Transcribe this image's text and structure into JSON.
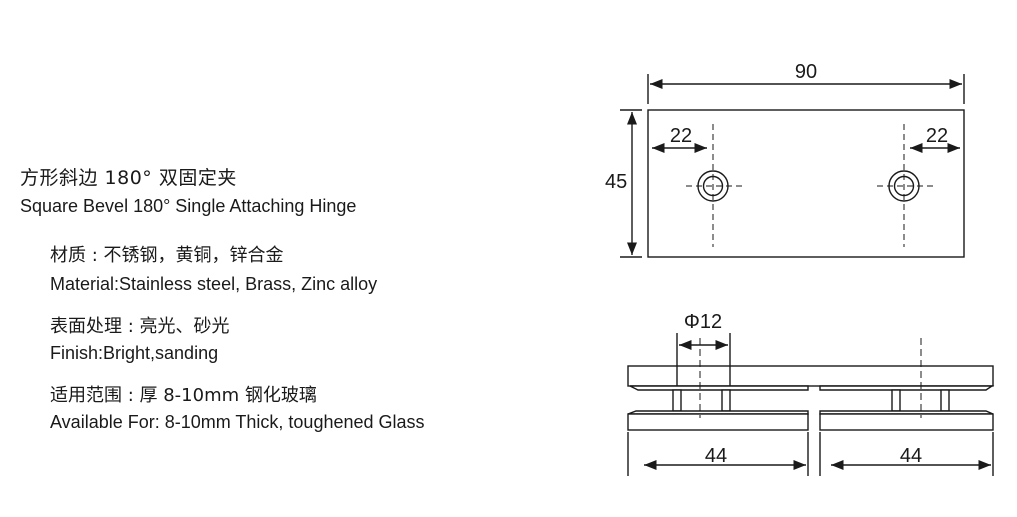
{
  "product": {
    "title_zh": "方形斜边 180° 双固定夹",
    "title_en": "Square Bevel 180° Single Attaching Hinge"
  },
  "specs": {
    "material_zh": "材质 : 不锈钢，黄铜，锌合金",
    "material_en": "Material:Stainless steel, Brass, Zinc alloy",
    "finish_zh": "表面处理 : 亮光、砂光",
    "finish_en": "Finish:Bright,sanding",
    "available_zh": "适用范围 : 厚 8-10mm 钢化玻璃",
    "available_en": "Available For: 8-10mm Thick, toughened Glass"
  },
  "drawing": {
    "top_view": {
      "width_label": "90",
      "height_label": "45",
      "left_offset_label": "22",
      "right_offset_label": "22"
    },
    "side_view": {
      "hole_label": "Φ12",
      "left_length_label": "44",
      "right_length_label": "44"
    }
  }
}
